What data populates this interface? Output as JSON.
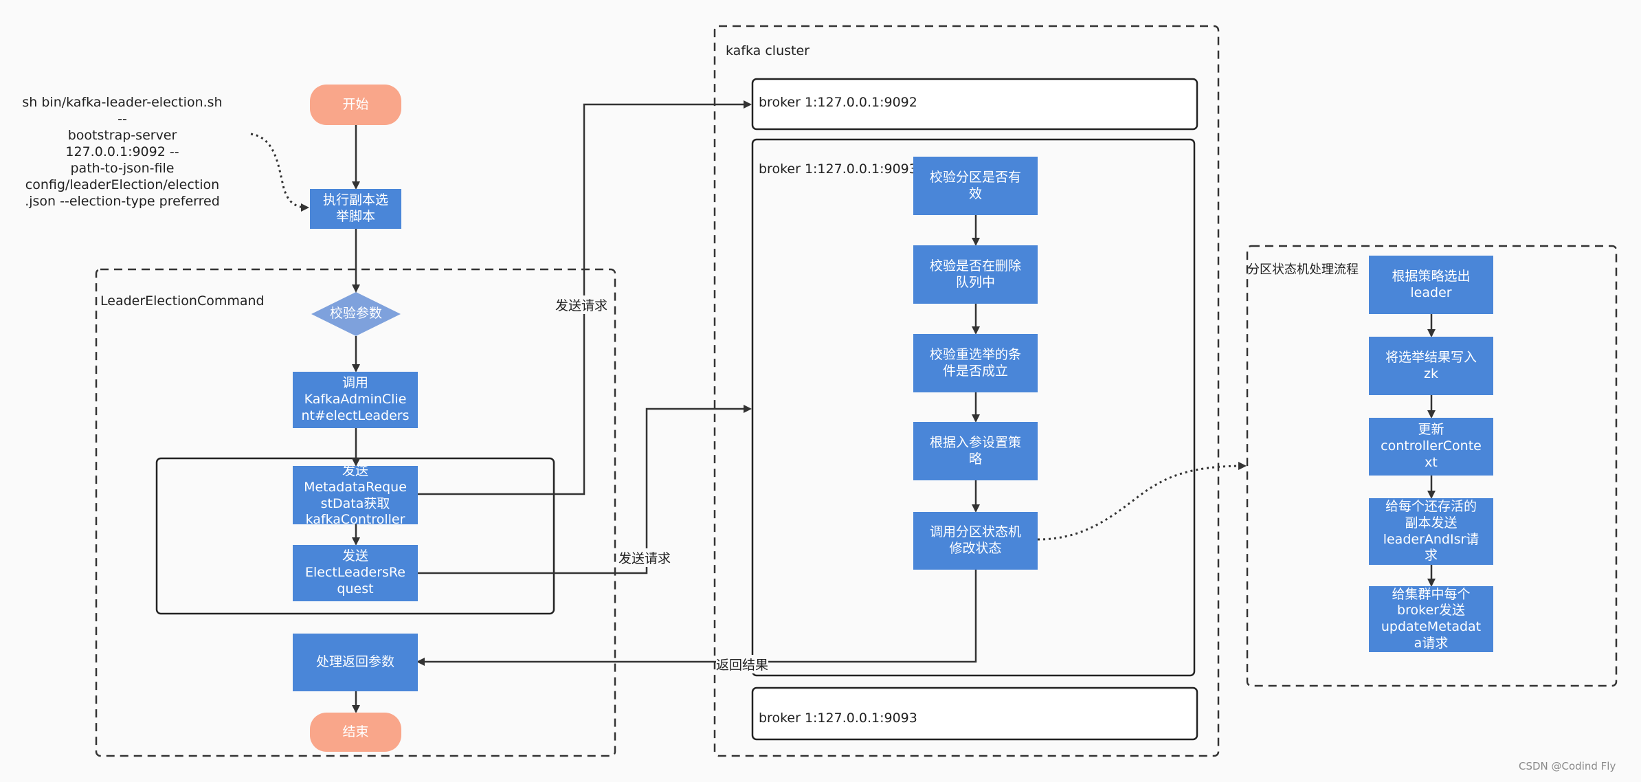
{
  "command": "sh bin/kafka-leader-election.sh --\nbootstrap-server 127.0.0.1:9092 --\npath-to-json-file\nconfig/leaderElection/election\n.json --election-type preferred",
  "nodes": {
    "start": "开始",
    "run_script": "执行副本选\n举脚本",
    "validate_params": "校验参数",
    "call_admin": "调用\nKafkaAdminClie\nnt#electLeaders",
    "send_metadata": "发送\nMetadataReque\nstData获取\nkafkaController",
    "send_elect": "发送\nElectLeadersRe\nquest",
    "handle_result": "处理返回参数",
    "end": "结束",
    "check_partition": "校验分区是否有\n效",
    "check_deleting": "校验是否在删除\n队列中",
    "check_condition": "校验重选举的条\n件是否成立",
    "set_strategy": "根据入参设置策\n略",
    "call_state_machine": "调用分区状态机\n修改状态",
    "select_leader": "根据策略选出\nleader",
    "write_zk": "将选举结果写入\nzk",
    "update_context": "更新\ncontrollerConte\nxt",
    "send_leader_isr": "给每个还存活的\n副本发送\nleaderAndIsr请\n求",
    "send_update_metadata": "给集群中每个\nbroker发送\nupdateMetadat\na请求"
  },
  "groups": {
    "leader_election_command": "LeaderElectionCommand",
    "kafka_cluster": "kafka cluster",
    "partition_state_flow": "分区状态机处理流程"
  },
  "brokers": {
    "broker_a": "broker 1:127.0.0.1:9092",
    "broker_b": "broker 1:127.0.0.1:9093",
    "broker_c": "broker 1:127.0.0.1:9093"
  },
  "edge_labels": {
    "send_request_1": "发送请求",
    "send_request_2": "发送请求",
    "return_result": "返回结果"
  },
  "watermark": "CSDN @Codind Fly",
  "colors": {
    "process": "#4a86d8",
    "terminal": "#f9a68a",
    "decision": "#7ea1dc",
    "line": "#333333"
  }
}
